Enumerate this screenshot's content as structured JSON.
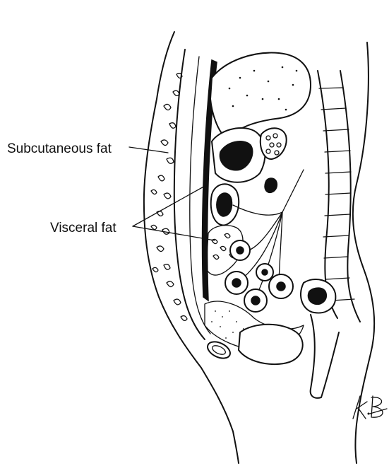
{
  "labels": {
    "subcutaneous": "Subcutaneous fat",
    "visceral": "Visceral fat"
  },
  "signature": "K.B."
}
